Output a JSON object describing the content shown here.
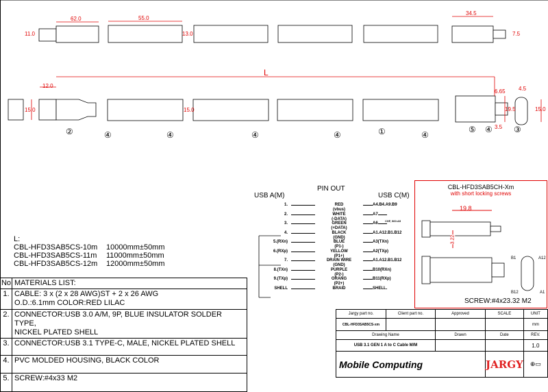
{
  "dimensions": {
    "plug_len": "62.0",
    "plug_h": "11.0",
    "seg_len": "55.0",
    "seg_h": "13.0",
    "right_len": "34.5",
    "right_tip": "7.5",
    "L": "L",
    "plug_tip": "12.0",
    "plug_w": "15.0",
    "seg_w": "15.0",
    "c_a": "6.65",
    "c_b": "4.5",
    "c_c": "19.5",
    "c_d": "15.0",
    "c_e": "3.5"
  },
  "callouts": {
    "c1": "①",
    "c2": "②",
    "c3": "③",
    "c4": "④",
    "c5": "⑤"
  },
  "lengths": {
    "label": "L:",
    "rows": [
      {
        "part": "CBL-HFD3SAB5CS-10m",
        "len": "10000mm±50mm"
      },
      {
        "part": "CBL-HFD3SAB5CS-11m",
        "len": "11000mm±50mm"
      },
      {
        "part": "CBL-HFD3SAB5CS-12m",
        "len": "12000mm±50mm"
      }
    ]
  },
  "materials": {
    "no_header": "No",
    "header": "MATERIALS LIST:",
    "items": [
      {
        "no": "1.",
        "l1": "CABLE: 3 x (2 x 28 AWG)ST + 2 x 26 AWG",
        "l2": "O.D.:6.1mm COLOR:RED LILAC"
      },
      {
        "no": "2.",
        "l1": "CONNECTOR:USB 3.0 A/M, 9P, BLUE INSULATOR SOLDER TYPE,",
        "l2": "NICKEL PLATED SHELL"
      },
      {
        "no": "3.",
        "l1": "CONNECTOR:USB 3.1 TYPE-C, MALE, NICKEL PLATED SHELL",
        "l2": ""
      },
      {
        "no": "4.",
        "l1": "PVC MOLDED HOUSING, BLACK COLOR",
        "l2": ""
      },
      {
        "no": "5.",
        "l1": "SCREW:#4x33 M2",
        "l2": ""
      }
    ]
  },
  "pinout": {
    "title": "PIN OUT",
    "left": "USB A(M)",
    "right": "USB C(M)",
    "gnd_note": "CHF, 960:A5",
    "rows": [
      {
        "a": "1.",
        "w": "RED",
        "w2": "(vbus)",
        "c": "A4.B4.A9.B9"
      },
      {
        "a": "2.",
        "w": "WHITE",
        "w2": "(-DATA)",
        "c": "A7"
      },
      {
        "a": "3.",
        "w": "GREEN",
        "w2": "(+DATA)",
        "c": "A6"
      },
      {
        "a": "4.",
        "w": "BLACK",
        "w2": "(GND)",
        "c": "A1.A12.B1.B12"
      },
      {
        "a": "5.(RXn)",
        "w": "BLUE",
        "w2": "(P1-)",
        "c": "A3(TXn)"
      },
      {
        "a": "6.(RXp)",
        "w": "YELLOW",
        "w2": "(P1+)",
        "c": "A2(TXp)"
      },
      {
        "a": "7.",
        "w": "DRAIN WIRE",
        "w2": "(GND)",
        "c": "A1.A12.B1.B12"
      },
      {
        "a": "8.(TXn)",
        "w": "PURPLE",
        "w2": "(P2-)",
        "c": "B10(RXn)"
      },
      {
        "a": "9.(TXp)",
        "w": "ORANG",
        "w2": "(P2+)",
        "c": "B11(RXp)"
      },
      {
        "a": "SHELL",
        "w": "BRAID",
        "w2": "",
        "c": "SHELL"
      }
    ]
  },
  "variant": {
    "title": "CBL-HFD3SAB5CH-Xm",
    "subtitle": "with short locking screws",
    "dim1": "19.8",
    "dim2": "3.22",
    "screw": "SCREW:#4x23.32 M2",
    "pins": [
      "B1",
      "A12",
      "B12",
      "A1"
    ]
  },
  "title_block": {
    "h_jargy": "Jargy part no.",
    "h_client": "Client part no.",
    "h_approved": "Approved",
    "h_scale": "SCALE",
    "h_unit": "UNIT",
    "part_no": "CBL-HFD3SAB5CS-xm",
    "unit": "mm",
    "h_drawing": "Drawing Name",
    "h_drawn": "Drawn",
    "h_date": "Date",
    "h_rev": "REV.",
    "drawing_name": "USB 3.1 GEN 1 A to C Cable M/M",
    "rev": "1.0",
    "logo1": "Mobile Computing",
    "logo2": "JARGY"
  },
  "colors": {
    "dim": "#e00000",
    "line": "#000000"
  }
}
